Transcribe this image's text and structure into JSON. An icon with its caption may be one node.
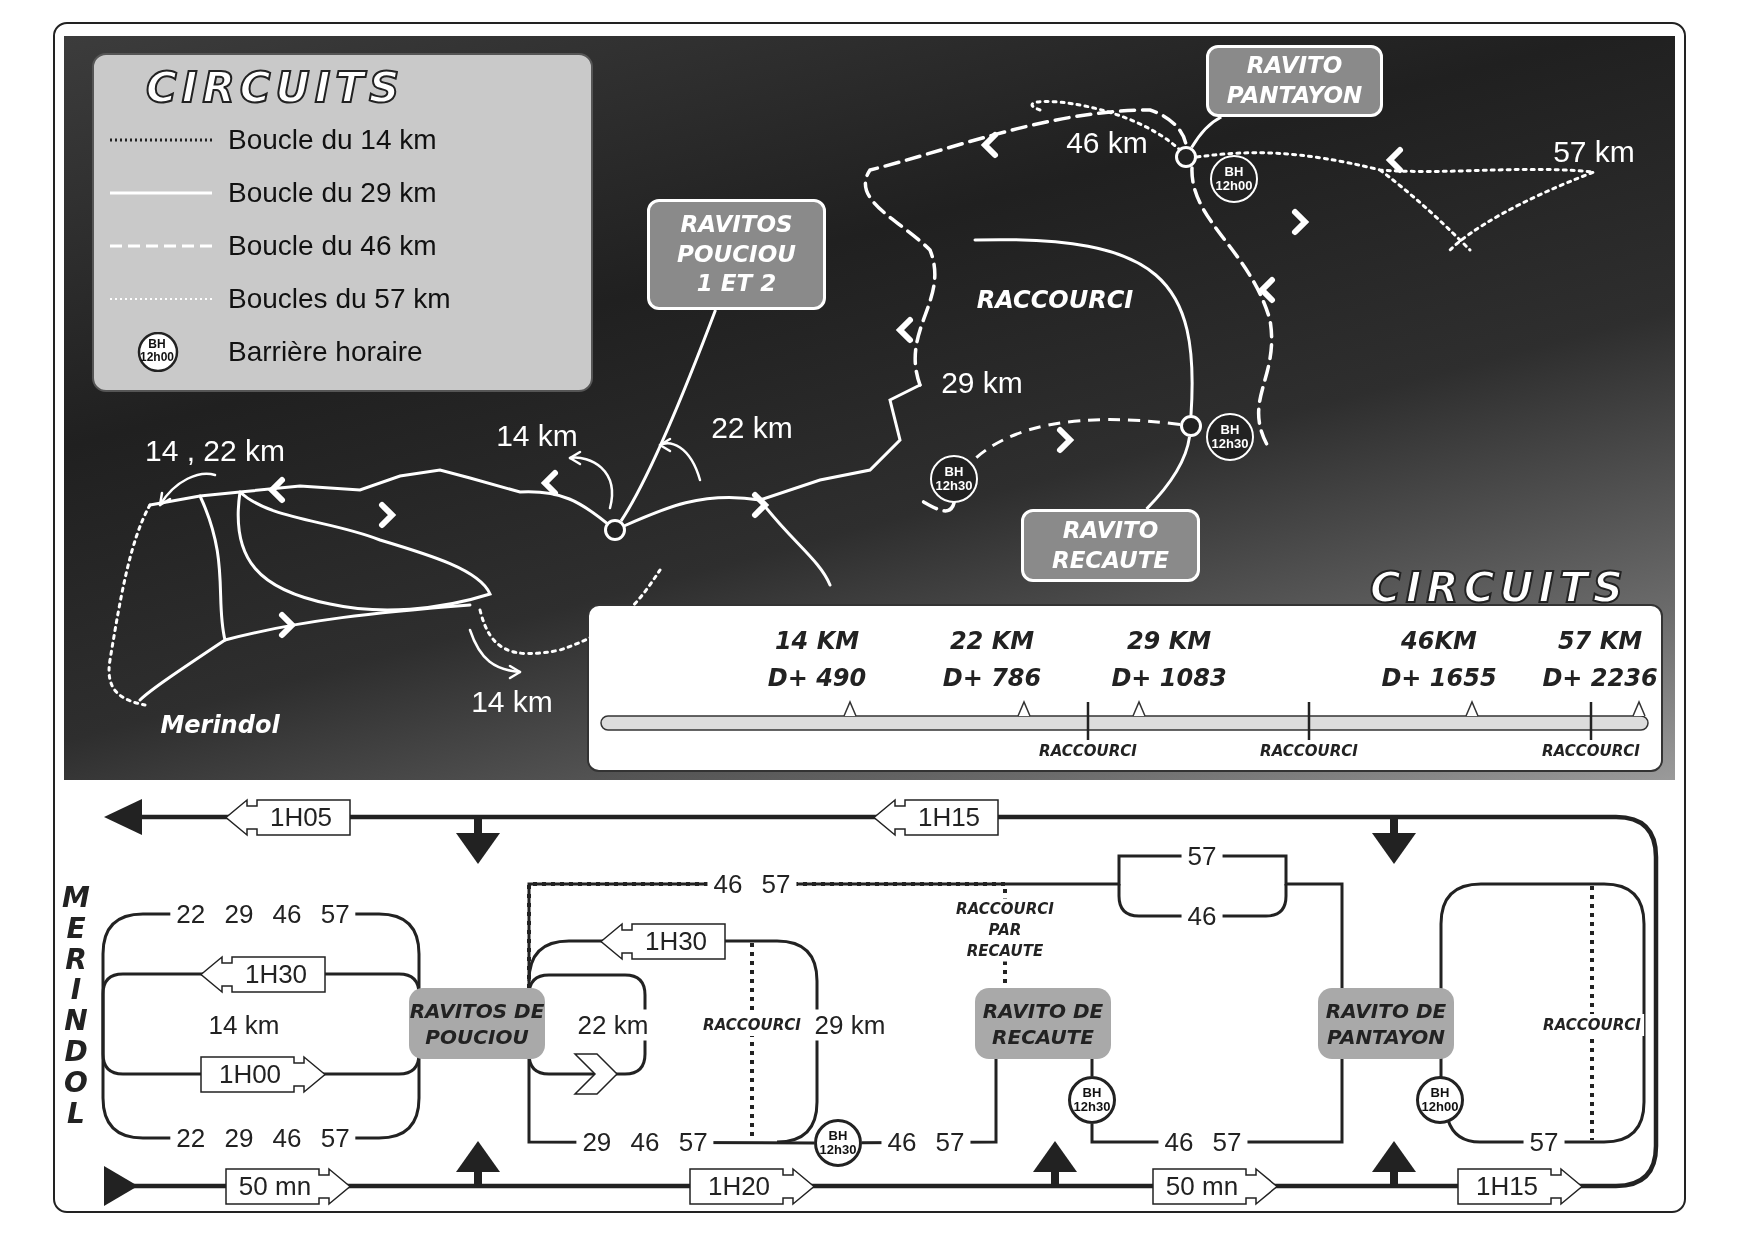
{
  "diagram": {
    "title": "CIRCUITS",
    "nodes": [
      {
        "text": [
          "RAVITO PANTAYON"
        ]
      },
      {
        "text": [],
        "shape": "circle"
      },
      {
        "text": [
          "BH 12h00"
        ]
      },
      {
        "text": [
          "RAVITOS POUCIOU 1 ET 2"
        ]
      },
      {
        "text": [],
        "shape": "circle"
      },
      {
        "text": [
          "BH 12h30"
        ]
      },
      {
        "text": [
          "BH 12h30"
        ]
      },
      {
        "text": [],
        "shape": "circle"
      },
      {
        "text": [
          "RAVITO RECAUTE"
        ]
      },
      {
        "text": [
          "1H05"
        ]
      },
      {
        "text": [
          "1H15"
        ]
      },
      {
        "text": [
          "1H30"
        ]
      },
      {
        "text": [
          "1H30"
        ]
      },
      {
        "text": [
          "RAVITOS DE POUCIOU"
        ]
      },
      {
        "text": [
          "RAVITO DE RECAUTE"
        ]
      },
      {
        "text": [
          "RAVITO DE PANTAYON"
        ]
      },
      {
        "text": [
          "1H00"
        ]
      },
      {
        "text": [
          "BH 12h30"
        ]
      },
      {
        "text": [
          "BH 12h00"
        ]
      },
      {
        "text": [
          "BH 12h30"
        ]
      },
      {
        "text": [
          "50 mn"
        ]
      },
      {
        "text": [
          "1H20"
        ]
      },
      {
        "text": [
          "50 mn"
        ]
      },
      {
        "text": [
          "1H15"
        ]
      }
    ],
    "edges": [
      {
        "from": 0,
        "to": 1,
        "arrow": "none",
        "color": "#ffffff"
      },
      {
        "from": 3,
        "to": 7,
        "arrow": "none",
        "color": "#ffffff"
      },
      {
        "from": 8,
        "to": 4,
        "arrow": "none",
        "color": "#ffffff"
      },
      {
        "from": 4,
        "to": 6,
        "arrow": "none",
        "style": "dashed",
        "color": "#ffffff"
      },
      {
        "from": 13,
        "to": 19,
        "arrow": "none"
      },
      {
        "from": 19,
        "to": 14,
        "arrow": "none"
      },
      {
        "from": 14,
        "to": 17,
        "arrow": "none"
      },
      {
        "from": 17,
        "to": 15,
        "arrow": "none"
      },
      {
        "from": 13,
        "to": 15,
        "arrow": "none"
      },
      {
        "from": 13,
        "to": 14,
        "arrow": "none",
        "style": "dashed"
      }
    ],
    "labels": [
      "BH 12h00",
      "46 km",
      "57 km",
      "RACCOURCI",
      "29 km",
      "14 km",
      "22 km",
      "14 , 22 km",
      "CIRCUITS",
      "14 km",
      "Merindol",
      "14 KM",
      "22 KM",
      "29 KM",
      "46KM",
      "57 KM",
      "D+ 490",
      "D+ 786",
      "D+ 1083",
      "D+ 1655",
      "D+ 2236",
      "RACCOURCI",
      "RACCOURCI",
      "RACCOURCI",
      "MERINDOL",
      "57",
      "46 57",
      "22 29 46 57",
      "46",
      "RACCOURCI PAR RECAUTE",
      "14 km",
      "22 km",
      "RACCOURCI",
      "29 km",
      "RACCOURCI",
      "22 29 46 57",
      "29 46 57",
      "46 57",
      "46 57",
      "57"
    ],
    "legend": [
      {
        "text": "Boucle du 14 km"
      },
      {
        "text": "Boucle du 29 km"
      },
      {
        "text": "Boucle du 46 km"
      },
      {
        "text": "Boucles du 57 km"
      },
      {
        "text": "Barrière horaire"
      }
    ]
  }
}
